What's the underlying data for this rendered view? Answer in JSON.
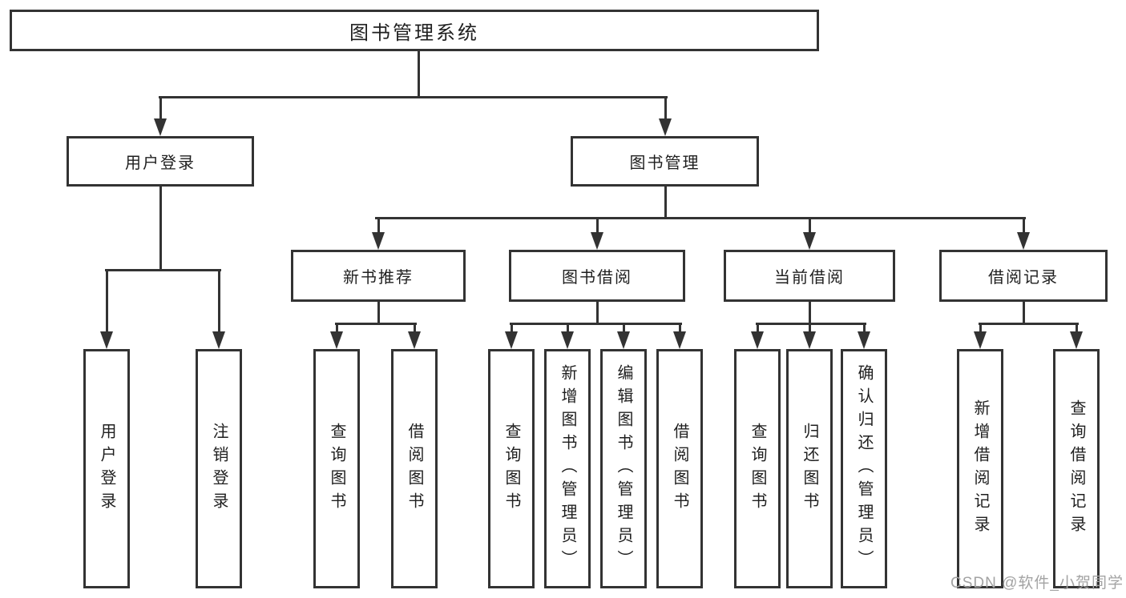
{
  "diagram": {
    "type": "hierarchy-tree",
    "tree": {
      "label": "图书管理系统",
      "children": [
        {
          "label": "用户登录",
          "children": [
            {
              "label": "用户登录"
            },
            {
              "label": "注销登录"
            }
          ]
        },
        {
          "label": "图书管理",
          "children": [
            {
              "label": "新书推荐",
              "children": [
                {
                  "label": "查询图书"
                },
                {
                  "label": "借阅图书"
                }
              ]
            },
            {
              "label": "图书借阅",
              "children": [
                {
                  "label": "查询图书"
                },
                {
                  "label": "新增图书（管理员）"
                },
                {
                  "label": "编辑图书（管理员）"
                },
                {
                  "label": "借阅图书"
                }
              ]
            },
            {
              "label": "当前借阅",
              "children": [
                {
                  "label": "查询图书"
                },
                {
                  "label": "归还图书"
                },
                {
                  "label": "确认归还（管理员）"
                }
              ]
            },
            {
              "label": "借阅记录",
              "children": [
                {
                  "label": "新增借阅记录"
                },
                {
                  "label": "查询借阅记录"
                }
              ]
            }
          ]
        }
      ]
    },
    "watermark": "CSDN @软件_小贺同学",
    "colors": {
      "line": "#333333",
      "box_border": "#333333",
      "box_background": "#ffffff",
      "text": "#1f1f1f",
      "watermark": "#a3a3a3",
      "background": "#ffffff"
    }
  }
}
